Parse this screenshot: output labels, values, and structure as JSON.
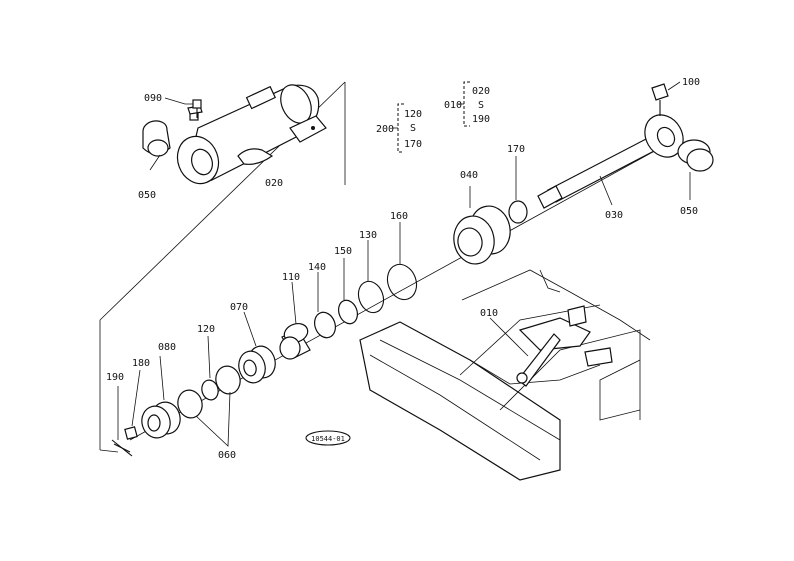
{
  "labels": {
    "p090": "090",
    "p050_left": "050",
    "p020": "020",
    "p100": "100",
    "group_010": "010",
    "group_010_from": "020",
    "group_010_tilde": "S",
    "group_010_to": "190",
    "group_200": "200",
    "group_200_from": "120",
    "group_200_tilde": "S",
    "group_200_to": "170",
    "p170_top": "170",
    "p040": "040",
    "p030": "030",
    "p050_right": "050",
    "p160": "160",
    "p130": "130",
    "p150": "150",
    "p140": "140",
    "p110": "110",
    "p070": "070",
    "p120": "120",
    "p080": "080",
    "p180": "180",
    "p190": "190",
    "p060": "060",
    "p010_inset": "010",
    "drawing_code": "10544-01"
  }
}
